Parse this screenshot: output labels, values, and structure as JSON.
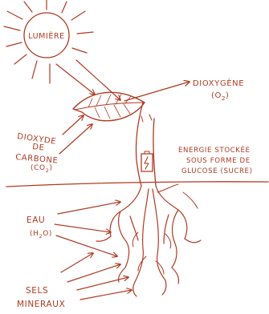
{
  "colors": {
    "ink": "#b03a22",
    "background": "#ffffff"
  },
  "labels": {
    "sun": "LUMIÈRE",
    "oxygen_line1": "DIOXYGÈNE",
    "oxygen_line2": "(O",
    "oxygen_sub": "2",
    "oxygen_close": ")",
    "co2_line1": "DIOXYDE",
    "co2_line2": "DE",
    "co2_line3": "CARBONE",
    "co2_formula": "(CO",
    "co2_sub": "2",
    "co2_close": ")",
    "energy_line1": "ENERGIE STOCKÉE",
    "energy_line2": "SOUS FORME DE",
    "energy_line3": "GLUCOSE (SUCRE)",
    "water_line1": "EAU",
    "water_formula": "(H",
    "water_sub": "2",
    "water_close": "O)",
    "salts_line1": "SELS",
    "salts_line2": "MINERAUX"
  },
  "icons": {
    "battery": "battery-icon"
  }
}
